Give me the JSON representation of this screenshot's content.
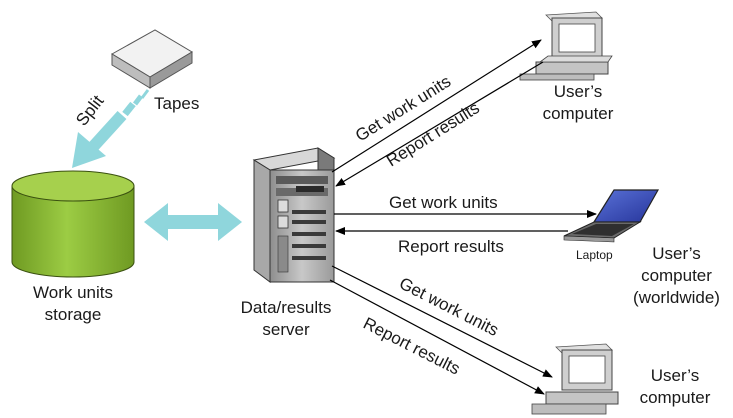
{
  "labels": {
    "tapes": "Tapes",
    "split": "Split",
    "storage_line1": "Work units",
    "storage_line2": "storage",
    "server_line1": "Data/results",
    "server_line2": "server",
    "user_top_line1": "User’s",
    "user_top_line2": "computer",
    "laptop": "Laptop",
    "user_mid_line1": "User’s",
    "user_mid_line2": "computer",
    "user_mid_line3": "(worldwide)",
    "user_bottom_line1": "User’s",
    "user_bottom_line2": "computer"
  },
  "links": {
    "top_get": "Get work units",
    "top_report": "Report results",
    "mid_get": "Get work units",
    "mid_report": "Report results",
    "bottom_get": "Get work units",
    "bottom_report": "Report results"
  },
  "colors": {
    "storage_green": "#8fb83a",
    "arrow_cyan": "#8fd6dc",
    "server_gray": "#b8b8b8",
    "screen_blue": "#3a4fb0"
  }
}
